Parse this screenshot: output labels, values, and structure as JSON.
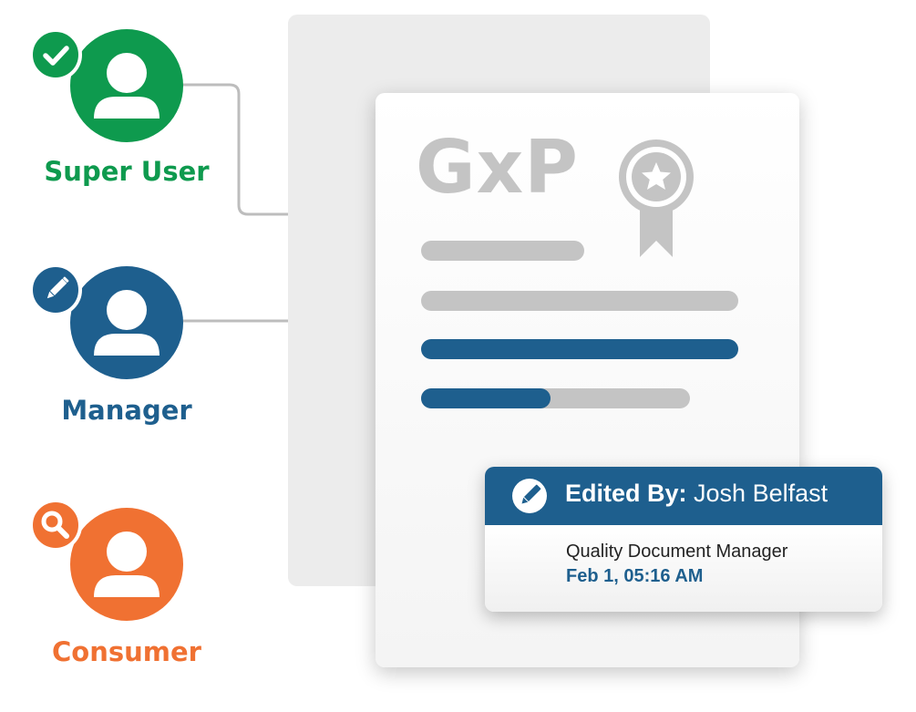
{
  "roles": [
    {
      "label": "Super User",
      "color": "#0e9a4e",
      "badge": "check-icon"
    },
    {
      "label": "Manager",
      "color": "#1e5f8e",
      "badge": "pencil-icon"
    },
    {
      "label": "Consumer",
      "color": "#f07132",
      "badge": "magnifier-icon"
    }
  ],
  "document": {
    "title": "GxP",
    "badge": "award-ribbon-icon",
    "progress": 0.48
  },
  "edit_card": {
    "label": "Edited By:",
    "name": "Josh Belfast",
    "role": "Quality Document Manager",
    "timestamp": "Feb 1, 05:16 AM"
  },
  "colors": {
    "doc_gray": "#c4c4c4",
    "accent_blue": "#1e5f8e",
    "arrow_gray": "#bdbdbd"
  }
}
